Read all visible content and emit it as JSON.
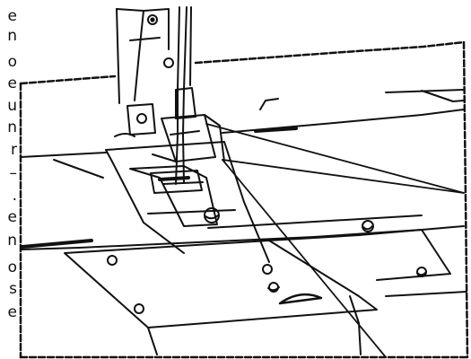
{
  "cropped_text_column": [
    "e",
    "n",
    "o",
    "e",
    "u",
    "n",
    "r",
    "–",
    ".",
    "e",
    "n",
    "o",
    "s",
    "e"
  ],
  "palette": {
    "ink": "#111111",
    "paper": "#ffffff"
  }
}
